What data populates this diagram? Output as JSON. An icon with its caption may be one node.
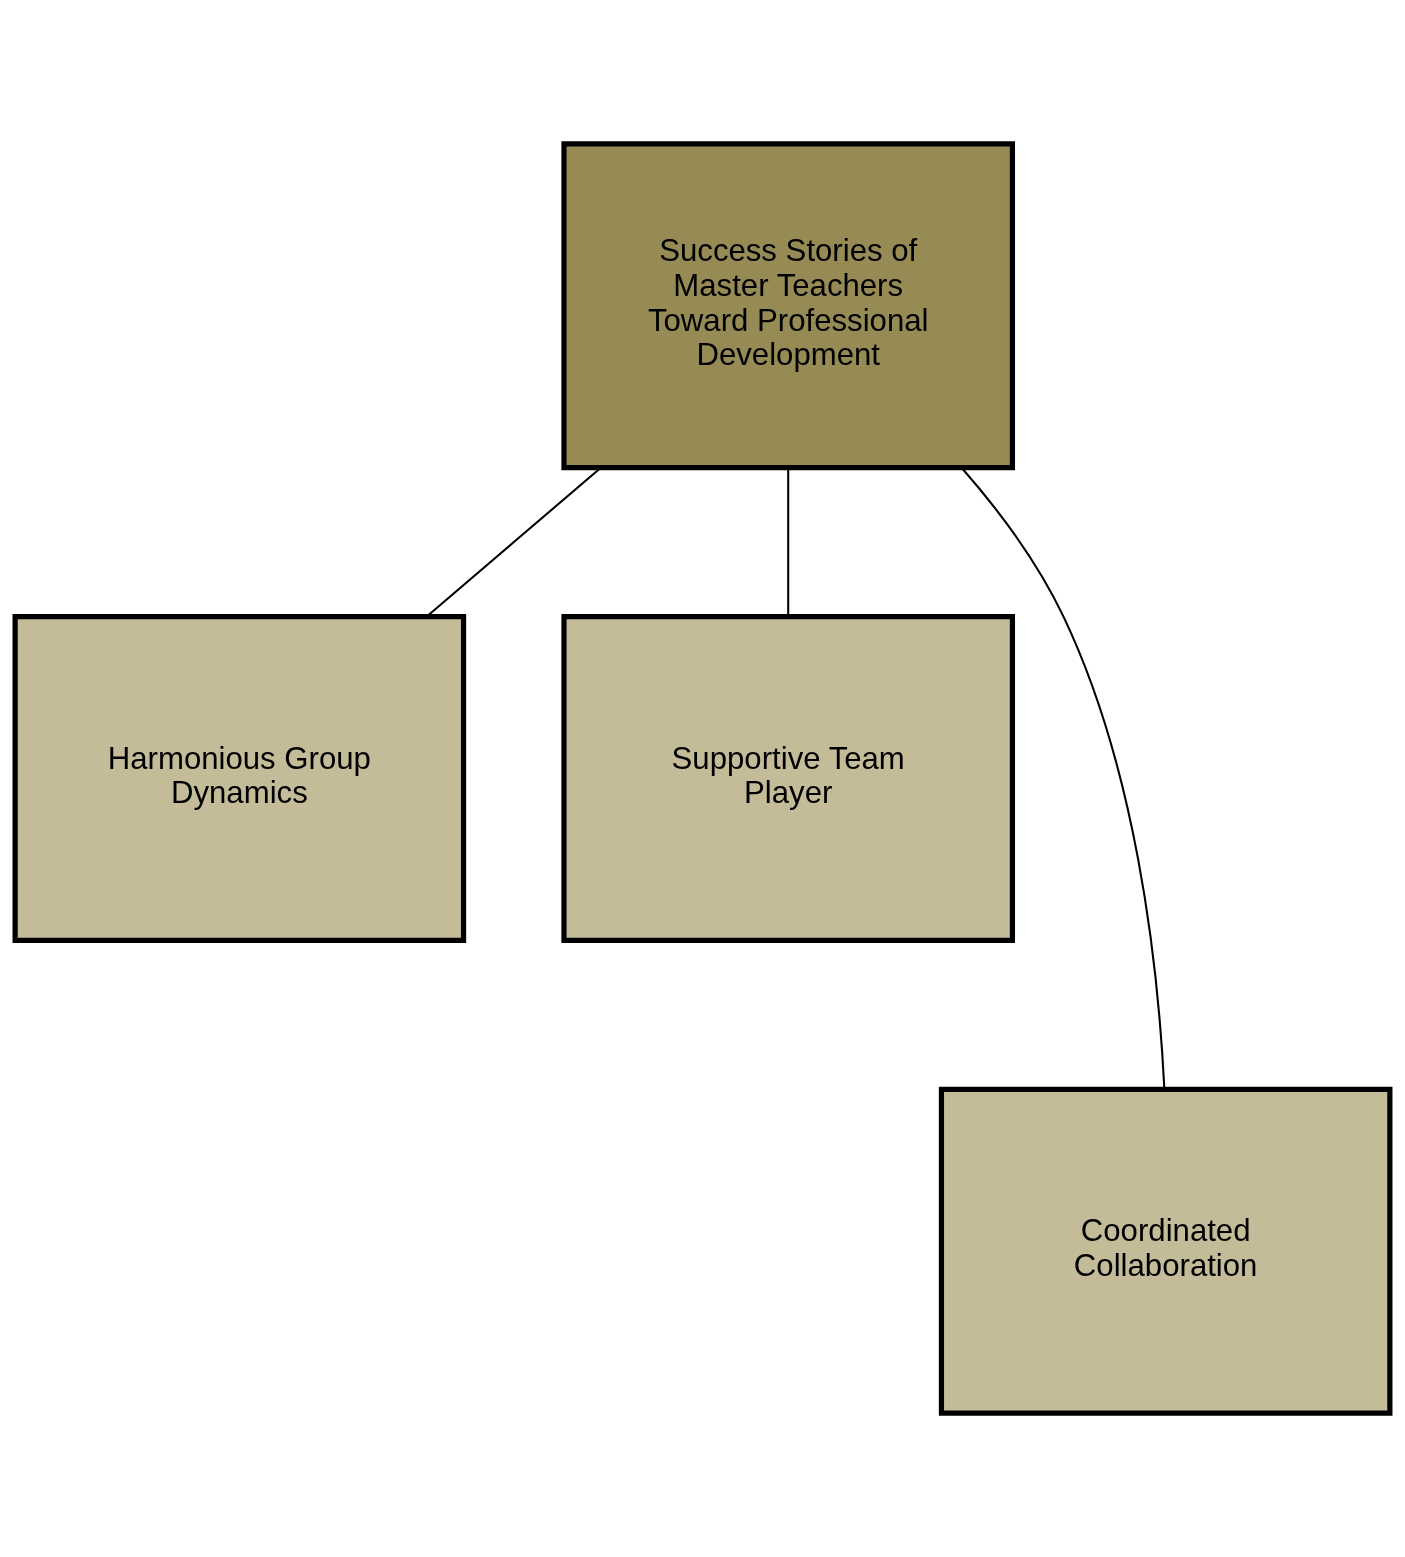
{
  "diagram": {
    "nodes": [
      {
        "text": [
          "Success Stories of Master Teachers Toward Professional Development"
        ]
      },
      {
        "text": [
          "Harmonious Group Dynamics"
        ]
      },
      {
        "text": [
          "Supportive Team Player"
        ]
      },
      {
        "text": [
          "Coordinated Collaboration"
        ]
      }
    ],
    "edges": [
      {
        "from": 0,
        "to": 1,
        "arrow": "none"
      },
      {
        "from": 0,
        "to": 2,
        "arrow": "none"
      },
      {
        "from": 0,
        "to": 3,
        "arrow": "none"
      }
    ]
  }
}
